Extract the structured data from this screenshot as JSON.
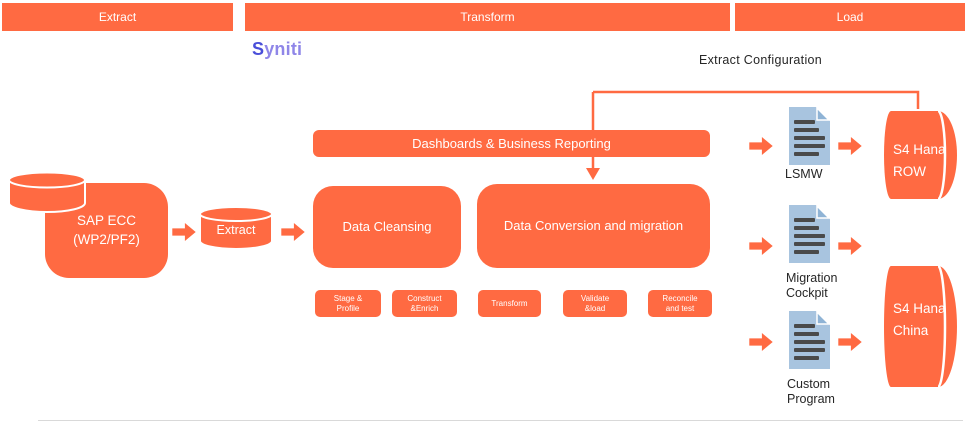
{
  "colors": {
    "orange": "#FF6A42",
    "docblue": "#A8C4DF",
    "docfold": "#8FB3D5",
    "doclines": "#4A4A4A",
    "labeldark": "#262626",
    "synitis": "#4A4FD9",
    "synitirest": "#8F86E8",
    "divider": "#D9D9D9"
  },
  "header": {
    "phases": [
      {
        "label": "Extract"
      },
      {
        "label": "Transform"
      },
      {
        "label": "Load"
      }
    ]
  },
  "logo": {
    "first_letter": "S",
    "rest": "yniti"
  },
  "annotations": {
    "extract_configuration": "Extract Configuration"
  },
  "source": {
    "system": {
      "line1": "SAP ECC",
      "line2": "(WP2/PF2)"
    },
    "extract_cylinder": "Extract"
  },
  "transform": {
    "dashboards": "Dashboards & Business Reporting",
    "cleansing": "Data Cleansing",
    "conversion": "Data Conversion and migration",
    "steps": [
      {
        "line1": "Stage &",
        "line2": "Profile"
      },
      {
        "line1": "Construct",
        "line2": "&Enrich"
      },
      {
        "line1": "Transform",
        "line2": ""
      },
      {
        "line1": "Validate",
        "line2": "&load"
      },
      {
        "line1": "Reconcile",
        "line2": "and test"
      }
    ]
  },
  "load": {
    "tools": [
      {
        "line1": "LSMW",
        "line2": ""
      },
      {
        "line1": "Migration",
        "line2": "Cockpit"
      },
      {
        "line1": "Custom",
        "line2": "Program"
      }
    ],
    "targets": [
      {
        "line1": "S4 Hana",
        "line2": "ROW"
      },
      {
        "line1": "S4 Hana",
        "line2": "China"
      }
    ]
  }
}
